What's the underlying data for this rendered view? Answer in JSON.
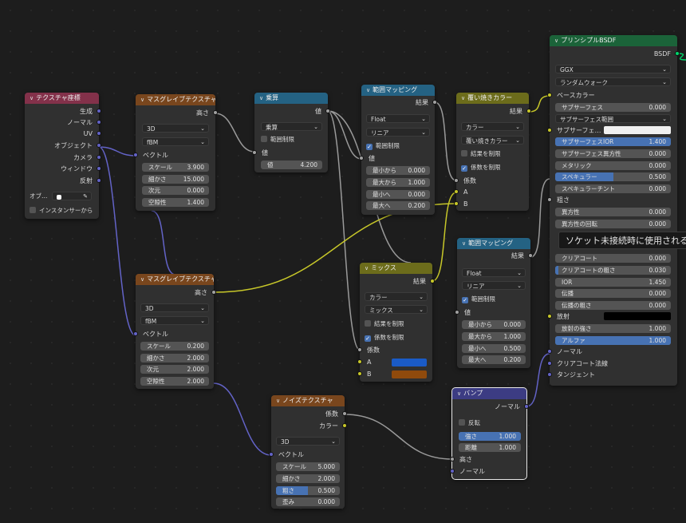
{
  "colors": {
    "bg": "#1d1d1d",
    "input_header": "#83314a",
    "texture_header": "#79461d",
    "converter_header": "#246283",
    "color_header": "#6c6c1b",
    "shader_header": "#1b6339",
    "vector_header": "#3c3c83",
    "wire": "#9a9a9a",
    "wire_vector": "#6363c7",
    "wire_yellow": "#c7c729",
    "wire_green": "#00d66b",
    "swatch_blue": "#1a5bc7",
    "swatch_brown": "#8f4a0c",
    "swatch_white": "#f0f0f0",
    "swatch_black": "#000000"
  },
  "tooltip": "ソケット未接続時に使用される",
  "texcoord": {
    "title": "テクスチャ座標",
    "outputs": [
      "生成",
      "ノーマル",
      "UV",
      "オブジェクト",
      "カメラ",
      "ウィンドウ",
      "反射"
    ],
    "object_label": "オブ…",
    "instancer": "インスタンサーから"
  },
  "musgrave1": {
    "title": "マスグレイブテクスチャ",
    "out_height": "高さ",
    "dim": "3D",
    "type": "fBM",
    "in_vector": "ベクトル",
    "fields": [
      {
        "label": "スケール",
        "value": "3.900"
      },
      {
        "label": "細かさ",
        "value": "15.000"
      },
      {
        "label": "次元",
        "value": "0.000"
      },
      {
        "label": "空隙性",
        "value": "1.400"
      }
    ]
  },
  "math": {
    "title": "乗算",
    "out_value": "値",
    "op": "乗算",
    "clamp": "範囲制限",
    "in_value": "値",
    "value_field": {
      "label": "値",
      "value": "4.200"
    }
  },
  "maprange1": {
    "title": "範囲マッピング",
    "out_result": "結果",
    "dtype": "Float",
    "interp": "リニア",
    "clamp": "範囲制限",
    "in_value": "値",
    "fields": [
      {
        "label": "最小から",
        "value": "0.000"
      },
      {
        "label": "最大から",
        "value": "1.000"
      },
      {
        "label": "最小へ",
        "value": "0.000"
      },
      {
        "label": "最大へ",
        "value": "0.200"
      }
    ]
  },
  "overlay": {
    "title": "覆い焼きカラー",
    "out_result": "結果",
    "dtype": "カラー",
    "blend": "覆い焼きカラー",
    "clamp_result": "結果を制限",
    "clamp_factor": "係数を制限",
    "in_factor": "係数",
    "in_a": "A",
    "in_b": "B"
  },
  "bsdf": {
    "title": "プリンシプルBSDF",
    "out_bsdf": "BSDF",
    "distribution": "GGX",
    "sss_method": "ランダムウォーク",
    "rows": [
      {
        "kind": "in",
        "label": "ベースカラー"
      },
      {
        "kind": "field",
        "label": "サブサーフェス",
        "value": "0.000"
      },
      {
        "kind": "dd",
        "label": "サブサーフェス範囲"
      },
      {
        "kind": "color",
        "label": "サブサーフェ…"
      },
      {
        "kind": "field",
        "label": "サブサーフェスIOR",
        "value": "1.400",
        "fill": 1.0
      },
      {
        "kind": "field",
        "label": "サブサーフェス異方性",
        "value": "0.000"
      },
      {
        "kind": "field",
        "label": "メタリック",
        "value": "0.000"
      },
      {
        "kind": "field",
        "label": "スペキュラー",
        "value": "0.500",
        "fill": 0.5
      },
      {
        "kind": "field",
        "label": "スペキュラーチント",
        "value": "0.000"
      },
      {
        "kind": "in",
        "label": "粗さ"
      },
      {
        "kind": "field",
        "label": "異方性",
        "value": "0.000"
      },
      {
        "kind": "field",
        "label": "異方性の回転",
        "value": "0.000"
      },
      {
        "kind": "hidden",
        "label": ""
      },
      {
        "kind": "hidden",
        "label": ""
      },
      {
        "kind": "field",
        "label": "クリアコート",
        "value": "0.000"
      },
      {
        "kind": "field",
        "label": "クリアコートの粗さ",
        "value": "0.030",
        "fill": 0.03
      },
      {
        "kind": "field",
        "label": "IOR",
        "value": "1.450"
      },
      {
        "kind": "field",
        "label": "伝播",
        "value": "0.000"
      },
      {
        "kind": "field",
        "label": "伝播の粗さ",
        "value": "0.000"
      },
      {
        "kind": "color",
        "label": "放射"
      },
      {
        "kind": "field",
        "label": "放射の強さ",
        "value": "1.000"
      },
      {
        "kind": "field",
        "label": "アルファ",
        "value": "1.000",
        "fill": 1.0
      },
      {
        "kind": "in",
        "label": "ノーマル"
      },
      {
        "kind": "in",
        "label": "クリアコート法線"
      },
      {
        "kind": "in",
        "label": "タンジェント"
      }
    ]
  },
  "musgrave2": {
    "title": "マスグレイブテクスチャ",
    "out_height": "高さ",
    "dim": "3D",
    "type": "fBM",
    "in_vector": "ベクトル",
    "fields": [
      {
        "label": "スケール",
        "value": "0.200"
      },
      {
        "label": "細かさ",
        "value": "2.000"
      },
      {
        "label": "次元",
        "value": "2.000"
      },
      {
        "label": "空隙性",
        "value": "2.000"
      }
    ]
  },
  "mix": {
    "title": "ミックス",
    "out_result": "結果",
    "dtype": "カラー",
    "blend": "ミックス",
    "clamp_result": "結果を制限",
    "clamp_factor": "係数を制限",
    "in_factor": "係数",
    "in_a": "A",
    "in_b": "B"
  },
  "maprange2": {
    "title": "範囲マッピング",
    "out_result": "結果",
    "dtype": "Float",
    "interp": "リニア",
    "clamp": "範囲制限",
    "in_value": "値",
    "fields": [
      {
        "label": "最小から",
        "value": "0.000"
      },
      {
        "label": "最大から",
        "value": "1.000"
      },
      {
        "label": "最小へ",
        "value": "0.500"
      },
      {
        "label": "最大へ",
        "value": "0.200"
      }
    ]
  },
  "noise": {
    "title": "ノイズテクスチャ",
    "out_factor": "係数",
    "out_color": "カラー",
    "dim": "3D",
    "in_vector": "ベクトル",
    "fields": [
      {
        "label": "スケール",
        "value": "5.000"
      },
      {
        "label": "細かさ",
        "value": "2.000"
      },
      {
        "label": "粗さ",
        "value": "0.500",
        "fill": 0.5
      },
      {
        "label": "歪み",
        "value": "0.000"
      }
    ]
  },
  "bump": {
    "title": "バンプ",
    "out_normal": "ノーマル",
    "invert": "反転",
    "fields": [
      {
        "label": "強さ",
        "value": "1.000",
        "fill": 1.0
      },
      {
        "label": "距離",
        "value": "1.000"
      }
    ],
    "in_height": "高さ",
    "in_normal": "ノーマル"
  }
}
